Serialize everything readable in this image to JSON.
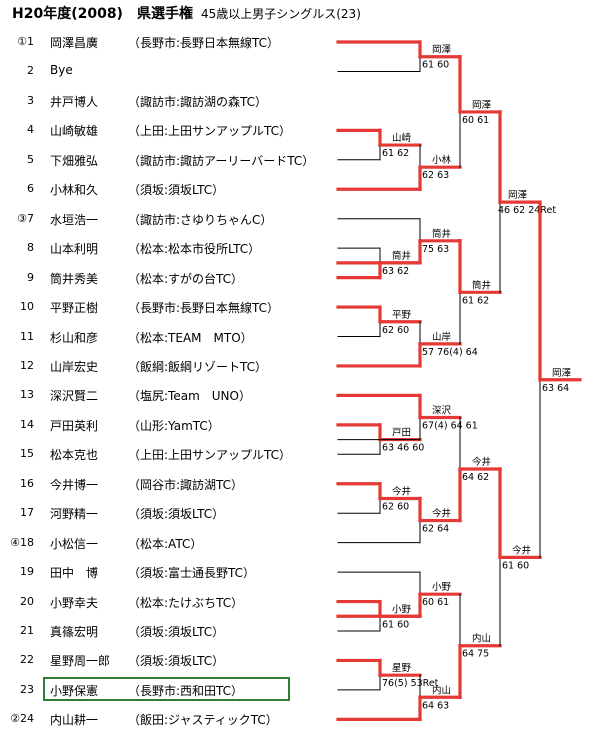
{
  "title": {
    "main": "H20年度(2008)　県選手権",
    "sub": "45歳以上男子シングルス(23)"
  },
  "players": [
    {
      "seed": "①1",
      "name": "岡澤昌廣",
      "club": "（長野市:長野日本無線TC）"
    },
    {
      "seed": "2",
      "name": "Bye",
      "club": ""
    },
    {
      "seed": "3",
      "name": "井戸博人",
      "club": "（諏訪市:諏訪湖の森TC）"
    },
    {
      "seed": "4",
      "name": "山崎敏雄",
      "club": "（上田:上田サンアップルTC）"
    },
    {
      "seed": "5",
      "name": "下畑雅弘",
      "club": "（諏訪市:諏訪アーリーバードTC）"
    },
    {
      "seed": "6",
      "name": "小林和久",
      "club": "（須坂:須坂LTC）"
    },
    {
      "seed": "③7",
      "name": "水垣浩一",
      "club": "（諏訪市:さゆりちゃんC）"
    },
    {
      "seed": "8",
      "name": "山本利明",
      "club": "（松本:松本市役所LTC）"
    },
    {
      "seed": "9",
      "name": "筒井秀美",
      "club": "（松本:すがの台TC）"
    },
    {
      "seed": "10",
      "name": "平野正樹",
      "club": "（長野市:長野日本無線TC）"
    },
    {
      "seed": "11",
      "name": "杉山和彦",
      "club": "（松本:TEAM　MTO）"
    },
    {
      "seed": "12",
      "name": "山岸宏史",
      "club": "（飯綱:飯綱リゾートTC）"
    },
    {
      "seed": "13",
      "name": "深沢賢二",
      "club": "（塩尻:Team　UNO）"
    },
    {
      "seed": "14",
      "name": "戸田英利",
      "club": "（山形:YamTC）"
    },
    {
      "seed": "15",
      "name": "松本克也",
      "club": "（上田:上田サンアップルTC）"
    },
    {
      "seed": "16",
      "name": "今井博一",
      "club": "（岡谷市:諏訪湖TC）"
    },
    {
      "seed": "17",
      "name": "河野精一",
      "club": "（須坂:須坂LTC）"
    },
    {
      "seed": "④18",
      "name": "小松信一",
      "club": "（松本:ATC）"
    },
    {
      "seed": "19",
      "name": "田中　博",
      "club": "（須坂:富士通長野TC）"
    },
    {
      "seed": "20",
      "name": "小野幸夫",
      "club": "（松本:たけぶちTC）"
    },
    {
      "seed": "21",
      "name": "真篠宏明",
      "club": "（須坂:須坂LTC）"
    },
    {
      "seed": "22",
      "name": "星野周一郎",
      "club": "（須坂:須坂LTC）"
    },
    {
      "seed": "23",
      "name": "小野保憲",
      "club": "（長野市:西和田TC）"
    },
    {
      "seed": "②24",
      "name": "内山耕一",
      "club": "（飯田:ジャスティックTC）"
    }
  ],
  "results": {
    "r1_yamazaki": {
      "winner": "山崎",
      "score": "61 62"
    },
    "r1_tsutsui": {
      "winner": "筒井",
      "score": "63 62"
    },
    "r1_hirano": {
      "winner": "平野",
      "score": "62 60"
    },
    "r1_toda": {
      "winner": "戸田",
      "score": "63 46 60"
    },
    "r1_imai": {
      "winner": "今井",
      "score": "62 60"
    },
    "r1_ono": {
      "winner": "小野",
      "score": "61 60"
    },
    "r1_hoshino": {
      "winner": "星野",
      "score": "76(5) 53Ret"
    },
    "r2_okazawa": {
      "winner": "岡澤",
      "score": "61 60"
    },
    "r2_kobayashi": {
      "winner": "小林",
      "score": "62 63"
    },
    "r2_tsutsui": {
      "winner": "筒井",
      "score": "75 63"
    },
    "r2_yamagishi": {
      "winner": "山岸",
      "score": "57 76(4) 64"
    },
    "r2_fukasawa": {
      "winner": "深沢",
      "score": "67(4) 64 61"
    },
    "r2_imai": {
      "winner": "今井",
      "score": "62 64"
    },
    "r2_ono": {
      "winner": "小野",
      "score": "60 61"
    },
    "r2_uchiyama": {
      "winner": "内山",
      "score": "64 63"
    },
    "qf_okazawa": {
      "winner": "岡澤",
      "score": "60 61"
    },
    "qf_tsutsui": {
      "winner": "筒井",
      "score": "61 62"
    },
    "qf_imai": {
      "winner": "今井",
      "score": "64 62"
    },
    "qf_uchiyama": {
      "winner": "内山",
      "score": "64 75"
    },
    "sf_okazawa": {
      "winner": "岡澤",
      "score": "46 62 24Ret"
    },
    "sf_imai": {
      "winner": "今井",
      "score": "61 60"
    },
    "final": {
      "winner": "岡澤",
      "score": "63 64"
    }
  },
  "colors": {
    "win_line": "#e53935",
    "line": "#000000",
    "highlight_border": "#2e7d32"
  }
}
